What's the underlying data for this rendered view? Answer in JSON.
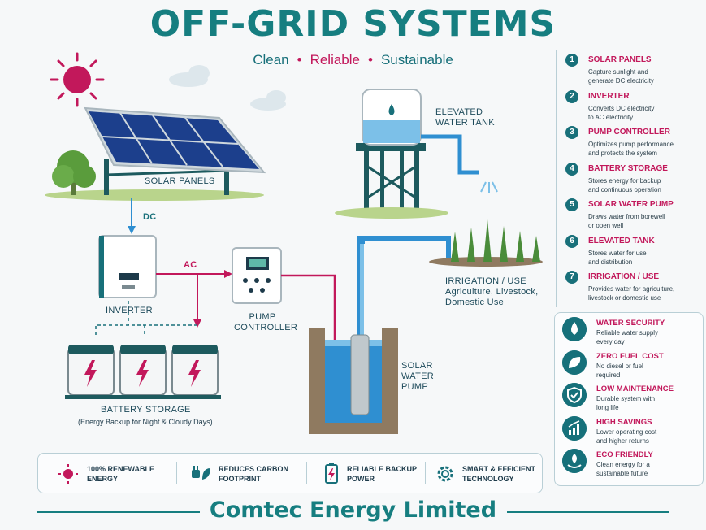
{
  "header": {
    "title": "OFF-GRID SYSTEMS",
    "tag_left": "Clean",
    "tag_mid": "Reliable",
    "tag_right": "Sustainable"
  },
  "diagram": {
    "solar_label": "SOLAR PANELS",
    "dc_label": "DC",
    "ac_label": "AC",
    "inverter_label": "INVERTER",
    "pump_controller_l1": "PUMP",
    "pump_controller_l2": "CONTROLLER",
    "battery_label": "BATTERY STORAGE",
    "battery_sub": "(Energy Backup for Night & Cloudy Days)",
    "tank_l1": "ELEVATED",
    "tank_l2": "WATER TANK",
    "irrigation_title": "IRRIGATION / USE",
    "irrigation_l1": "Agriculture, Livestock,",
    "irrigation_l2": "Domestic Use",
    "pump_l1": "SOLAR",
    "pump_l2": "WATER",
    "pump_l3": "PUMP"
  },
  "steps": [
    {
      "num": "1",
      "title": "SOLAR PANELS",
      "l1": "Capture sunlight and",
      "l2": "generate DC electricity"
    },
    {
      "num": "2",
      "title": "INVERTER",
      "l1": "Converts DC electricity",
      "l2": "to AC electricity"
    },
    {
      "num": "3",
      "title": "PUMP CONTROLLER",
      "l1": "Optimizes pump performance",
      "l2": "and protects the system"
    },
    {
      "num": "4",
      "title": "BATTERY STORAGE",
      "l1": "Stores energy for backup",
      "l2": "and continuous operation"
    },
    {
      "num": "5",
      "title": "SOLAR WATER PUMP",
      "l1": "Draws water from borewell",
      "l2": "or open well"
    },
    {
      "num": "6",
      "title": "ELEVATED TANK",
      "l1": "Stores water for use",
      "l2": "and distribution"
    },
    {
      "num": "7",
      "title": "IRRIGATION / USE",
      "l1": "Provides water for agriculture,",
      "l2": "livestock or domestic use"
    }
  ],
  "benefits": [
    {
      "icon": "water-drop-icon",
      "title": "WATER SECURITY",
      "l1": "Reliable water supply",
      "l2": "every day"
    },
    {
      "icon": "leaf-icon",
      "title": "ZERO FUEL COST",
      "l1": "No diesel or fuel",
      "l2": "required"
    },
    {
      "icon": "shield-check-icon",
      "title": "LOW MAINTENANCE",
      "l1": "Durable system with",
      "l2": "long life"
    },
    {
      "icon": "growth-chart-icon",
      "title": "HIGH SAVINGS",
      "l1": "Lower operating cost",
      "l2": "and higher returns"
    },
    {
      "icon": "eco-hands-icon",
      "title": "ECO FRIENDLY",
      "l1": "Clean energy for a",
      "l2": "sustainable future"
    }
  ],
  "features": [
    {
      "icon": "sun-icon",
      "l1": "100% RENEWABLE",
      "l2": "ENERGY"
    },
    {
      "icon": "plug-leaf-icon",
      "l1": "REDUCES CARBON",
      "l2": "FOOTPRINT"
    },
    {
      "icon": "battery-icon",
      "l1": "RELIABLE BACKUP",
      "l2": "POWER"
    },
    {
      "icon": "gear-icon",
      "l1": "SMART & EFFICIENT",
      "l2": "TECHNOLOGY"
    }
  ],
  "footer": {
    "company": "Comtec Energy Limited"
  },
  "colors": {
    "teal": "#167e80",
    "magenta": "#c2185b",
    "blue": "#2f8fd1",
    "dark_navy": "#1f3c78"
  }
}
